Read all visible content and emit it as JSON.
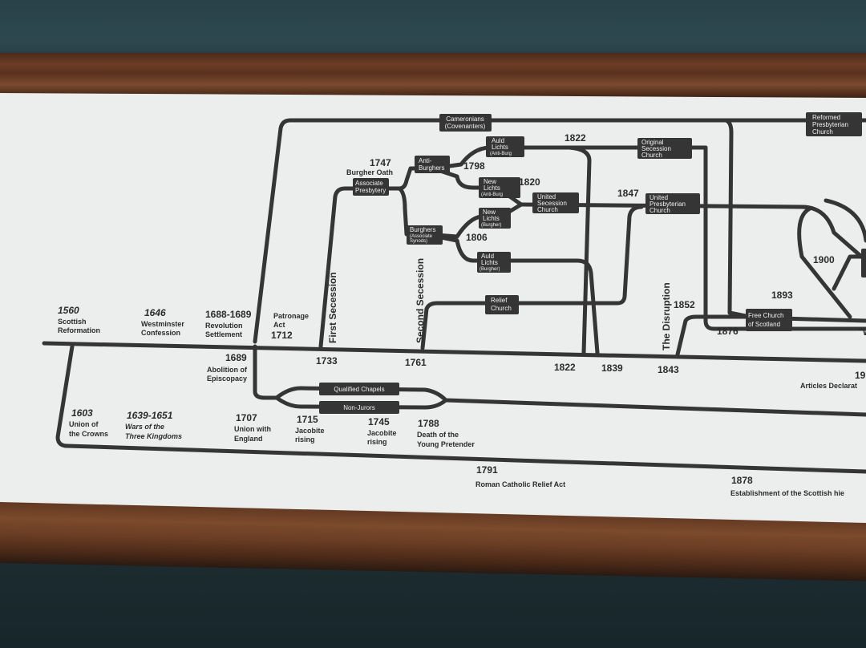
{
  "events": {
    "e1560": {
      "year": "1560",
      "l1": "Scottish",
      "l2": "Reformation"
    },
    "e1646": {
      "year": "1646",
      "l1": "Westminster",
      "l2": "Confession"
    },
    "e1688": {
      "year": "1688-1689",
      "l1": "Revolution",
      "l2": "Settlement"
    },
    "patronage": {
      "l1": "Patronage",
      "l2": "Act",
      "year": "1712"
    },
    "e1689": {
      "year": "1689",
      "l1": "Abolition of",
      "l2": "Episcopacy"
    },
    "e1603": {
      "year": "1603",
      "l1": "Union of",
      "l2": "the Crowns"
    },
    "e1639": {
      "year": "1639-1651",
      "l1": "Wars of the",
      "l2": "Three Kingdoms"
    },
    "e1707": {
      "year": "1707",
      "l1": "Union with",
      "l2": "England"
    },
    "e1715": {
      "year": "1715",
      "l1": "Jacobite",
      "l2": "rising"
    },
    "e1745": {
      "year": "1745",
      "l1": "Jacobite",
      "l2": "rising"
    },
    "e1788": {
      "year": "1788",
      "l1": "Death of the",
      "l2": "Young Pretender"
    },
    "e1791": {
      "year": "1791",
      "l1": "Roman Catholic Relief Act"
    },
    "e1878": {
      "year": "1878",
      "l1": "Establishment of the Scottish hie"
    },
    "e19": {
      "year": "19",
      "l1": "Articles Declarat"
    },
    "burgher_oath": {
      "year": "1747",
      "l1": "Burgher Oath"
    }
  },
  "years": {
    "y1733": "1733",
    "y1761": "1761",
    "y1822a": "1822",
    "y1822b": "1822",
    "y1839": "1839",
    "y1843": "1843",
    "y1798": "1798",
    "y1820": "1820",
    "y1806": "1806",
    "y1847": "1847",
    "y1852": "1852",
    "y1876": "1876",
    "y1893": "1893",
    "y1900": "1900"
  },
  "vertical": {
    "first_secession": "First Secession",
    "second_secession": "Second Secession",
    "disruption": "The Disruption"
  },
  "boxes": {
    "cameronians": {
      "l1": "Cameronians",
      "l2": "(Covenanters)"
    },
    "reformed": {
      "l1": "Reformed",
      "l2": "Presbyterian",
      "l3": "Church"
    },
    "auld_anti": {
      "l1": "Auld",
      "l2": "Lichts",
      "l3": "(Anti-Burg"
    },
    "original": {
      "l1": "Original",
      "l2": "Secession",
      "l3": "Church"
    },
    "associate": {
      "l1": "Associate",
      "l2": "Presbytery"
    },
    "anti_burghers": {
      "l1": "Anti-",
      "l2": "Burghers"
    },
    "new_anti": {
      "l1": "New",
      "l2": "Lichts",
      "l3": "(Anti-Burg"
    },
    "united_secession": {
      "l1": "United",
      "l2": "Secession",
      "l3": "Church"
    },
    "united_presb": {
      "l1": "United",
      "l2": "Presbyterian",
      "l3": "Church"
    },
    "burghers": {
      "l1": "Burghers",
      "l2": "(Associate",
      "l3": "Synods)"
    },
    "new_burgher": {
      "l1": "New",
      "l2": "Lichts",
      "l3": "(Burgher)"
    },
    "auld_burgher": {
      "l1": "Auld",
      "l2": "Lichts",
      "l3": "(Burgher)"
    },
    "relief": {
      "l1": "Relief",
      "l2": "Church"
    },
    "free_church": {
      "l1": "Free Church",
      "l2": "of Scotland"
    },
    "qualified": {
      "l1": "Qualified Chapels"
    },
    "nonjurors": {
      "l1": "Non-Jurors"
    }
  },
  "cutoff_text": "\"W"
}
